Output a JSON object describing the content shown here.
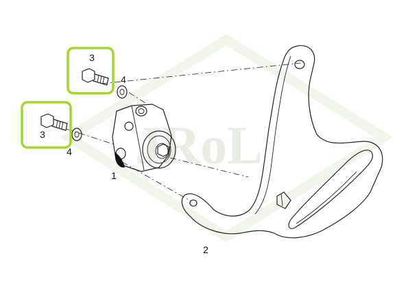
{
  "watermark": {
    "text": "JRoL",
    "color": "#e9eee4"
  },
  "highlight_color": "#a2d82c",
  "callouts": [
    {
      "id": "callout-3-upper",
      "label": "3"
    },
    {
      "id": "callout-4-upper",
      "label": "4"
    },
    {
      "id": "callout-3-lower",
      "label": "3"
    },
    {
      "id": "callout-4-lower",
      "label": "4"
    },
    {
      "id": "callout-1",
      "label": "1"
    },
    {
      "id": "callout-2",
      "label": "2"
    }
  ],
  "parts": [
    {
      "ref": "1",
      "name": "pump"
    },
    {
      "ref": "2",
      "name": "bracket"
    },
    {
      "ref": "3",
      "name": "bolt"
    },
    {
      "ref": "4",
      "name": "washer"
    }
  ]
}
